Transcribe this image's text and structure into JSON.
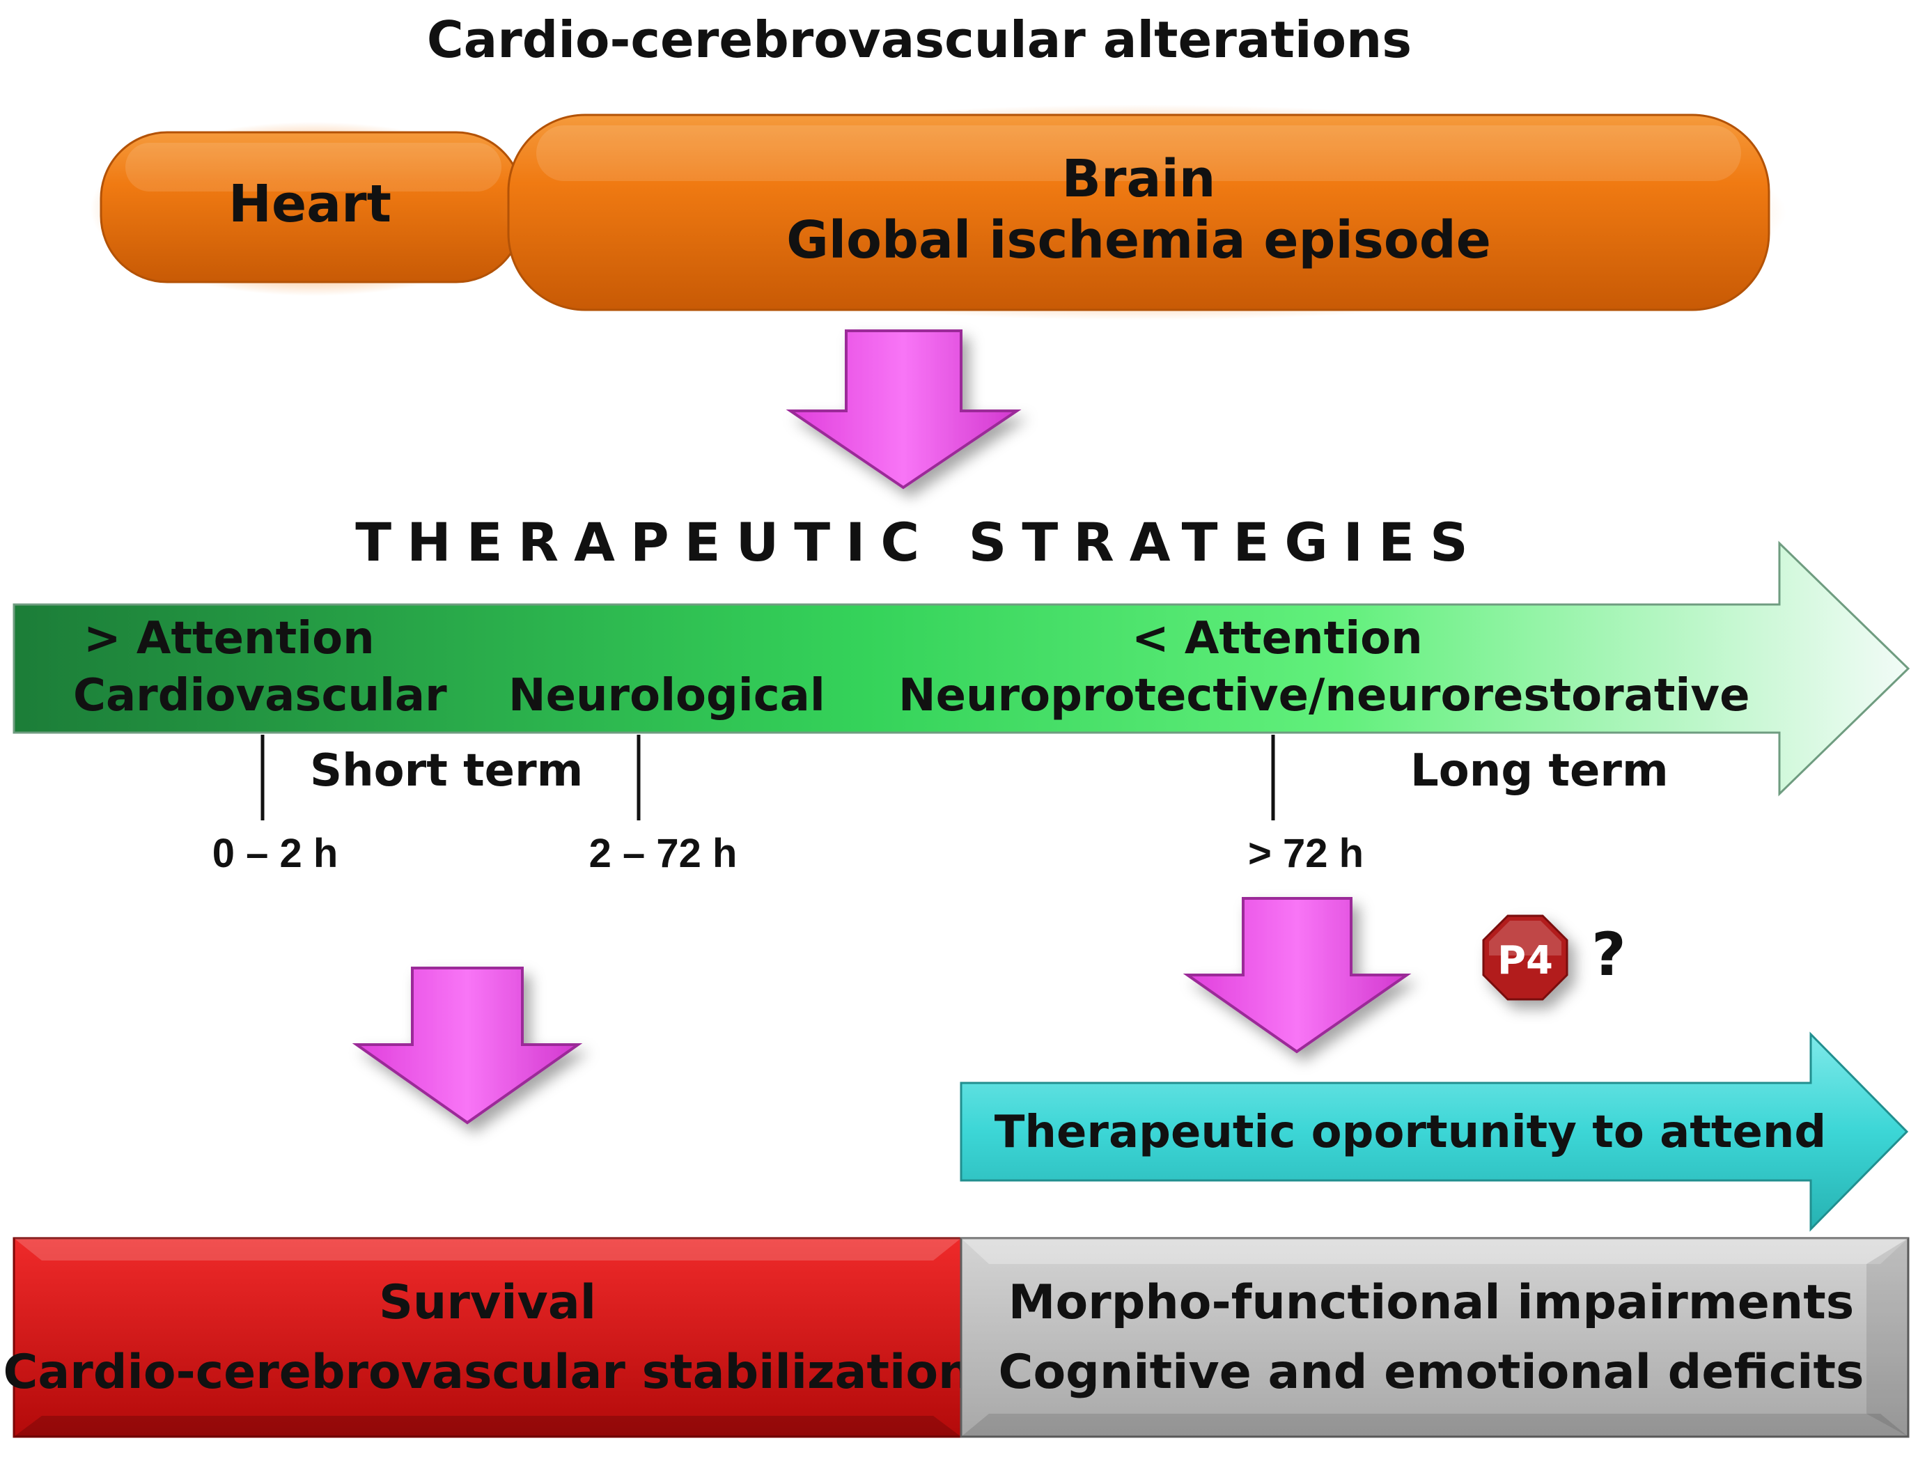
{
  "title": "Cardio-cerebrovascular alterations",
  "organs": {
    "heart": "Heart",
    "brain_line1": "Brain",
    "brain_line2": "Global ischemia episode"
  },
  "strategies_heading": "THERAPEUTIC STRATEGIES",
  "timeline": {
    "more_attention": "> Attention",
    "cardiovascular": "Cardiovascular",
    "neurological": "Neurological",
    "less_attention": "< Attention",
    "neuroprotective": "Neuroprotective/neurorestorative",
    "short_term": "Short term",
    "long_term": "Long term",
    "ticks": [
      "0 – 2 h",
      "2 – 72 h",
      "> 72 h"
    ]
  },
  "p4_badge": "P4",
  "question_mark": "?",
  "opportunity": "Therapeutic oportunity to attend",
  "outcomes": {
    "survival_line1": "Survival",
    "survival_line2": "Cardio-cerebrovascular stabilization",
    "impair_line1": "Morpho-functional impairments",
    "impair_line2": "Cognitive and emotional  deficits"
  },
  "colors": {
    "orange": "#f07a12",
    "magenta": "#f25cf0",
    "green_dark": "#1f8a3e",
    "green_light": "#40e860",
    "teal": "#3cd6d6",
    "red": "#d01010",
    "gray": "#bdbdbd",
    "badge": "#b21e1e"
  }
}
